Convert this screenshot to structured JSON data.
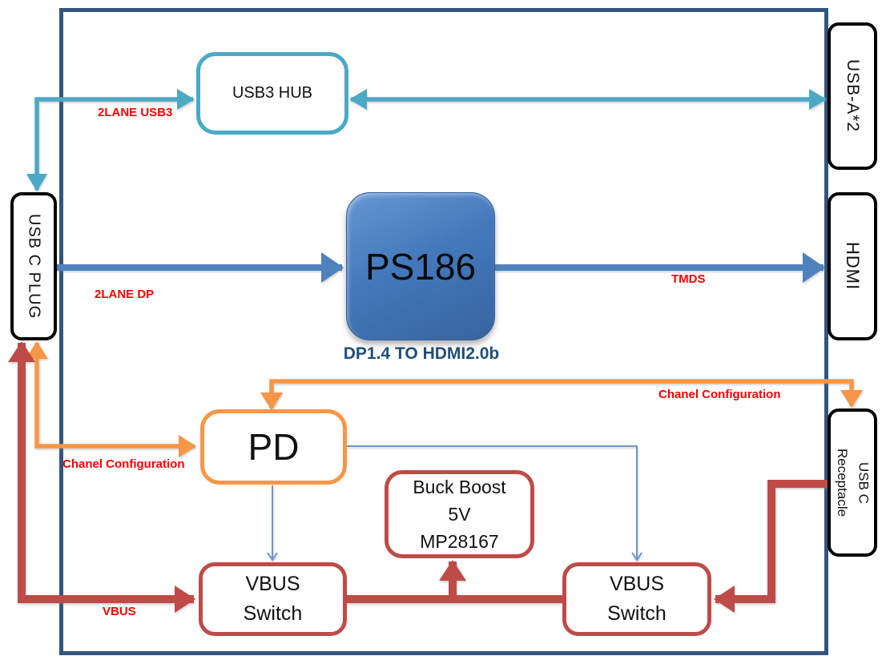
{
  "diagram": {
    "blocks": {
      "usb_c_plug": {
        "label": "USB C PLUG"
      },
      "usb3_hub": {
        "label": "USB3 HUB"
      },
      "usb_a_x2": {
        "label": "USB-A*2"
      },
      "ps186": {
        "label": "PS186",
        "caption": "DP1.4 TO HDMI2.0b"
      },
      "hdmi": {
        "label": "HDMI"
      },
      "pd": {
        "label": "PD"
      },
      "usb_c_receptacle": {
        "line1": "USB C",
        "line2": "Receptacle"
      },
      "buck_boost": {
        "line1": "Buck Boost",
        "line2": "5V",
        "line3": "MP28167"
      },
      "vbus_switch_left": {
        "line1": "VBUS",
        "line2": "Switch"
      },
      "vbus_switch_right": {
        "line1": "VBUS",
        "line2": "Switch"
      }
    },
    "edge_labels": {
      "lane_usb3": "2LANE USB3",
      "lane_dp": "2LANE DP",
      "tmds": "TMDS",
      "chanel_left": "Chanel Configuration",
      "chanel_right": "Chanel Configuration",
      "vbus": "VBUS"
    },
    "colors": {
      "frame": "#31567F",
      "teal": "#4BA9C5",
      "blue": "#4F81BD",
      "orange": "#F79646",
      "red": "#BE4B48",
      "thin_blue": "#6E96C8",
      "label_red": "#FF0000",
      "caption_blue": "#1F4E79",
      "port_black": "#000000",
      "ps186_fill": "#4379BC"
    }
  }
}
